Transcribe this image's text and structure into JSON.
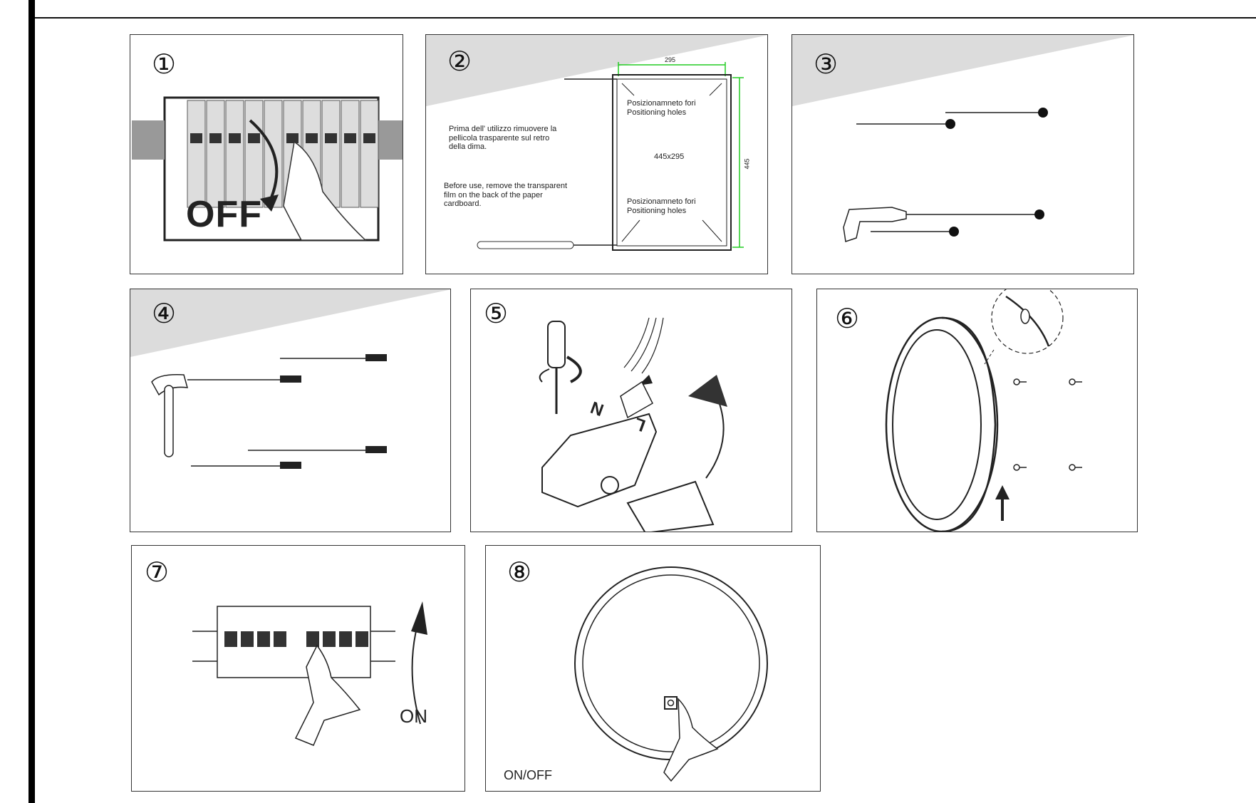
{
  "steps": [
    {
      "number": "①",
      "label": "OFF"
    },
    {
      "number": "②",
      "dim_width": "295",
      "dim_height": "445",
      "size_label": "445x295",
      "holes_top": "Posizionamneto fori\nPositioning holes",
      "holes_bottom": "Posizionamneto fori\nPositioning holes",
      "note_it": "Prima dell' utilizzo rimuovere la\npellicola trasparente sul retro\ndella dima.",
      "note_en": "Before use, remove the transparent\nfilm on the back of the paper\n cardboard."
    },
    {
      "number": "③"
    },
    {
      "number": "④"
    },
    {
      "number": "⑤",
      "terminal_n": "N",
      "terminal_l": "L"
    },
    {
      "number": "⑥"
    },
    {
      "number": "⑦",
      "label": "ON"
    },
    {
      "number": "⑧",
      "label": "ON/OFF"
    }
  ],
  "colors": {
    "ink": "#222222",
    "dimension_line": "#22cc22",
    "shade": "#dcdcdc"
  }
}
